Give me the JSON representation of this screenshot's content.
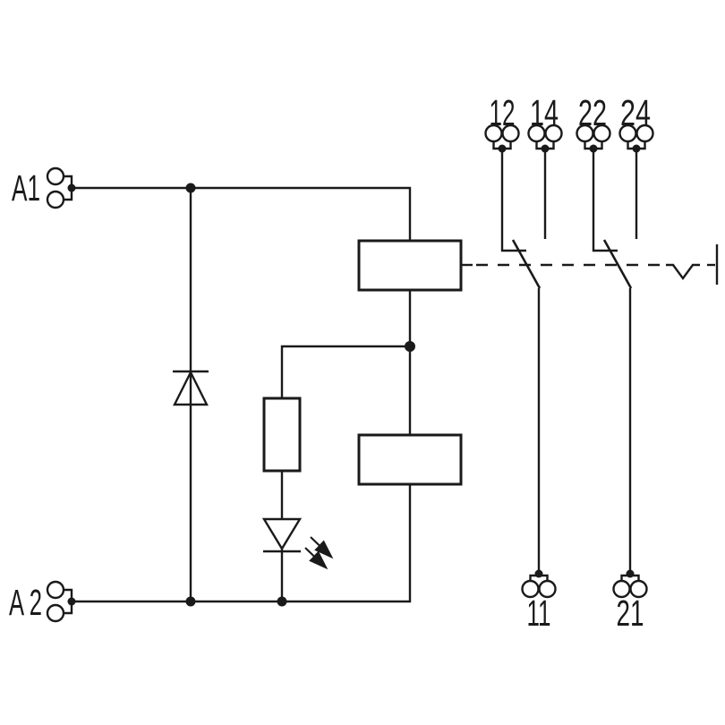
{
  "diagram": {
    "type": "relay-circuit-wiring-diagram",
    "colors": {
      "line": "#1a1a1a",
      "background": "#ffffff"
    },
    "coil": {
      "a1_label": "A1",
      "a2_label": "A 2"
    },
    "contacts": {
      "top_terminals": [
        "12",
        "14",
        "22",
        "24"
      ],
      "bottom_terminals": [
        "11",
        "21"
      ]
    }
  }
}
